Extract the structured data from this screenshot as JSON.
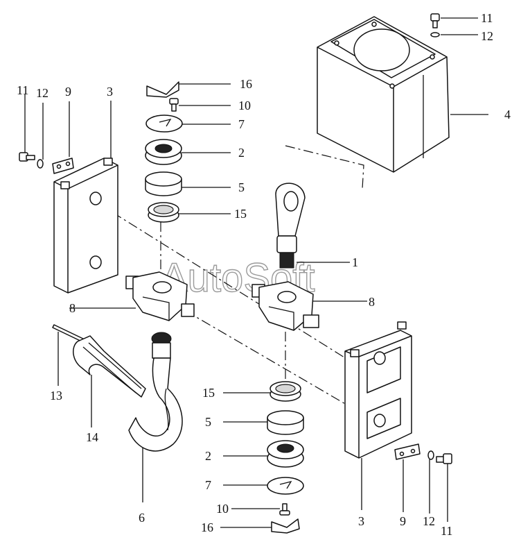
{
  "watermark": "AutoSoft",
  "labels": {
    "l11_top": "11",
    "l12_top": "12",
    "l4": "4",
    "l11_left": "11",
    "l12_left": "12",
    "l9_left": "9",
    "l3_left": "3",
    "l16_top": "16",
    "l10_top": "10",
    "l7_top": "7",
    "l2_top": "2",
    "l5_top": "5",
    "l15_top": "15",
    "l1": "1",
    "l8_left": "8",
    "l8_right": "8",
    "l13": "13",
    "l14": "14",
    "l6": "6",
    "l15_bot": "15",
    "l5_bot": "5",
    "l2_bot": "2",
    "l7_bot": "7",
    "l10_bot": "10",
    "l16_bot": "16",
    "l3_right": "3",
    "l9_right": "9",
    "l12_right": "12",
    "l11_right": "11"
  }
}
